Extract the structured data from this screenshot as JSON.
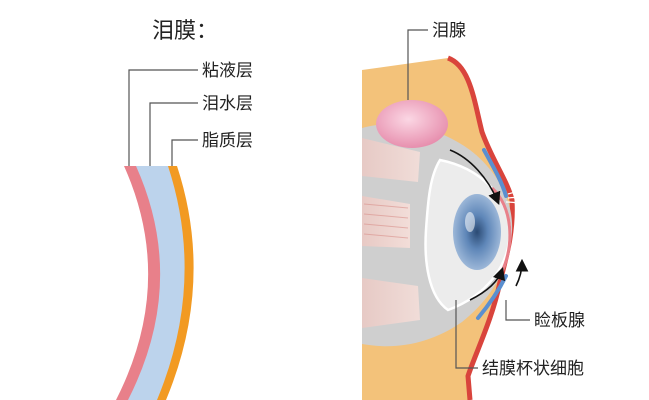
{
  "title": "泪膜：",
  "tear_film_layers": {
    "mucin": "粘液层",
    "aqueous": "泪水层",
    "lipid": "脂质层"
  },
  "eye_labels": {
    "lacrimal_gland": "泪腺",
    "meibomian_gland": "睑板腺",
    "goblet_cells": "结膜杯状细胞"
  },
  "colors": {
    "mucin_layer": "#e8808a",
    "aqueous_layer": "#bcd3ec",
    "lipid_layer": "#f29a22",
    "eyelid_tissue": "#f3c27a",
    "lacrimal_gland": "#f2a9c2",
    "iris": "#5e86b8"
  }
}
